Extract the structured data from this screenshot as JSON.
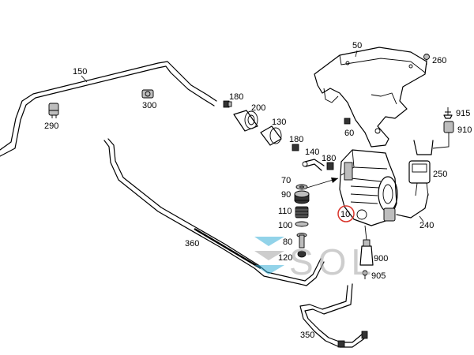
{
  "diagram": {
    "labels": {
      "p50": "50",
      "p260": "260",
      "p150": "150",
      "p300": "300",
      "p180a": "180",
      "p200": "200",
      "p290": "290",
      "p130": "130",
      "p180b": "180",
      "p60": "60",
      "p140": "140",
      "p180c": "180",
      "p915": "915",
      "p910": "910",
      "p250": "250",
      "p70": "70",
      "p90": "90",
      "p10": "10",
      "p110": "110",
      "p100": "100",
      "p80": "80",
      "p120": "120",
      "p360": "360",
      "p240": "240",
      "p900": "900",
      "p905": "905",
      "p350": "350"
    },
    "highlight_color": "#d9342b",
    "watermark": {
      "text": "SOL",
      "colors": [
        "#3ab0d8",
        "#a6a6a6"
      ]
    }
  }
}
